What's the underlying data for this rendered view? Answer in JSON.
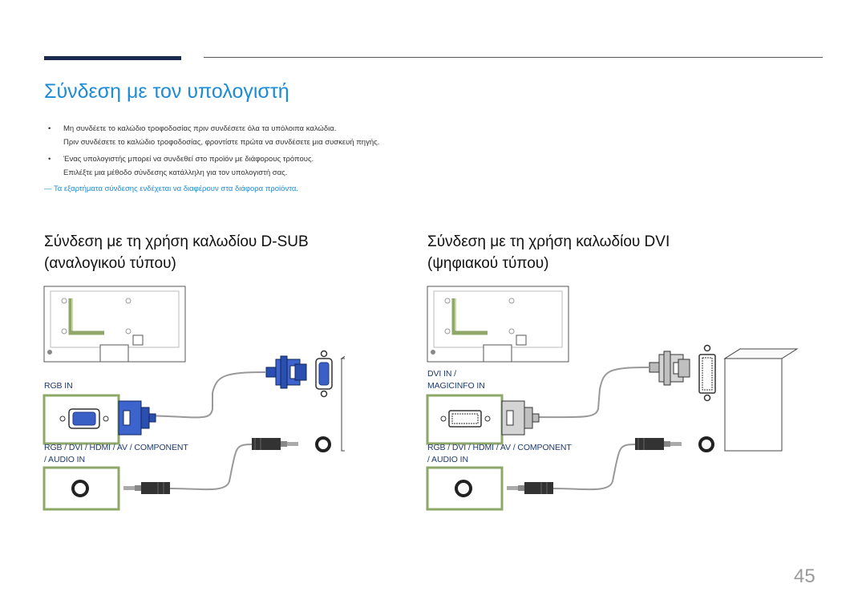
{
  "page": {
    "title": "Σύνδεση με τον υπολογιστή",
    "page_number": "45"
  },
  "bullets": [
    {
      "line1": "Μη συνδέετε το καλώδιο τροφοδοσίας πριν συνδέσετε όλα τα υπόλοιπα καλώδια.",
      "line2": "Πριν συνδέσετε το καλώδιο τροφοδοσίας, φροντίστε πρώτα να συνδέσετε μια συσκευή πηγής."
    },
    {
      "line1": "Ένας υπολογιστής μπορεί να συνδεθεί στο προϊόν με διάφορους τρόπους.",
      "line2": "Επιλέξτε μια μέθοδο σύνδεσης κατάλληλη για τον υπολογιστή σας."
    }
  ],
  "note": "― Τα εξαρτήματα σύνδεσης ενδέχεται να διαφέρουν στα διάφορα προϊόντα.",
  "sections": {
    "dsub": {
      "heading_line1": "Σύνδεση με τη χρήση καλωδίου D-SUB",
      "heading_line2": "(αναλογικού τύπου)",
      "video_port_label": "RGB IN",
      "audio_port_label_line1": "RGB / DVI / HDMI / AV / COMPONENT",
      "audio_port_label_line2": "/ AUDIO IN"
    },
    "dvi": {
      "heading_line1": "Σύνδεση με τη χρήση καλωδίου DVI",
      "heading_line2": "(ψηφιακού τύπου)",
      "video_port_label_line1": "DVI IN /",
      "video_port_label_line2": "MAGICINFO IN",
      "audio_port_label_line1": "RGB / DVI / HDMI / AV / COMPONENT",
      "audio_port_label_line2": "/ AUDIO IN"
    }
  },
  "colors": {
    "title": "#1d8bd6",
    "header_bar": "#1a2a4f",
    "port_highlight": "#8fa86a",
    "vga_blue": "#2b4fb0",
    "label": "#1f3a6e"
  },
  "icons": [
    "monitor-back-icon",
    "pc-tower-icon",
    "vga-connector-icon",
    "dvi-connector-icon",
    "audio-jack-icon",
    "audio-port-icon"
  ]
}
